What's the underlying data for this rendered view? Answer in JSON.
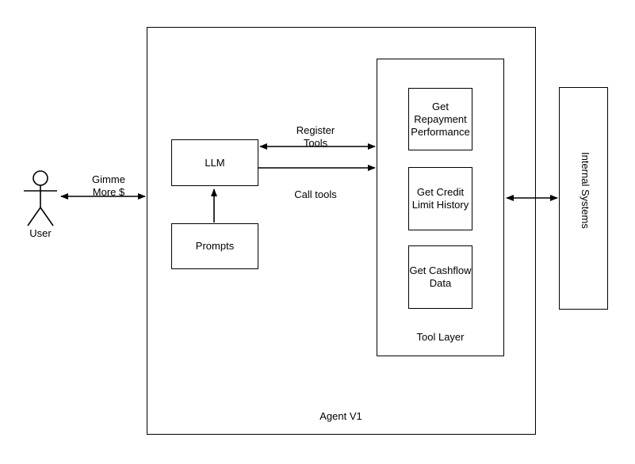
{
  "diagram": {
    "actor": {
      "name": "stick-figure-actor",
      "label": "User"
    },
    "edges": {
      "user_to_agent": "Gimme\nMore $",
      "register_tools": "Register\nTools",
      "call_tools": "Call tools"
    },
    "agent_container": {
      "label": "Agent V1"
    },
    "llm_box": {
      "label": "LLM"
    },
    "prompts_box": {
      "label": "Prompts"
    },
    "tool_layer": {
      "label": "Tool Layer",
      "tools": [
        {
          "label": "Get\nRepayment\nPerformance"
        },
        {
          "label": "Get Credit\nLimit History"
        },
        {
          "label": "Get Cashflow\nData"
        }
      ]
    },
    "internal_systems": {
      "label": "Internal Systems"
    },
    "colors": {
      "stroke": "#000000",
      "background": "#ffffff",
      "text": "#000000"
    }
  }
}
